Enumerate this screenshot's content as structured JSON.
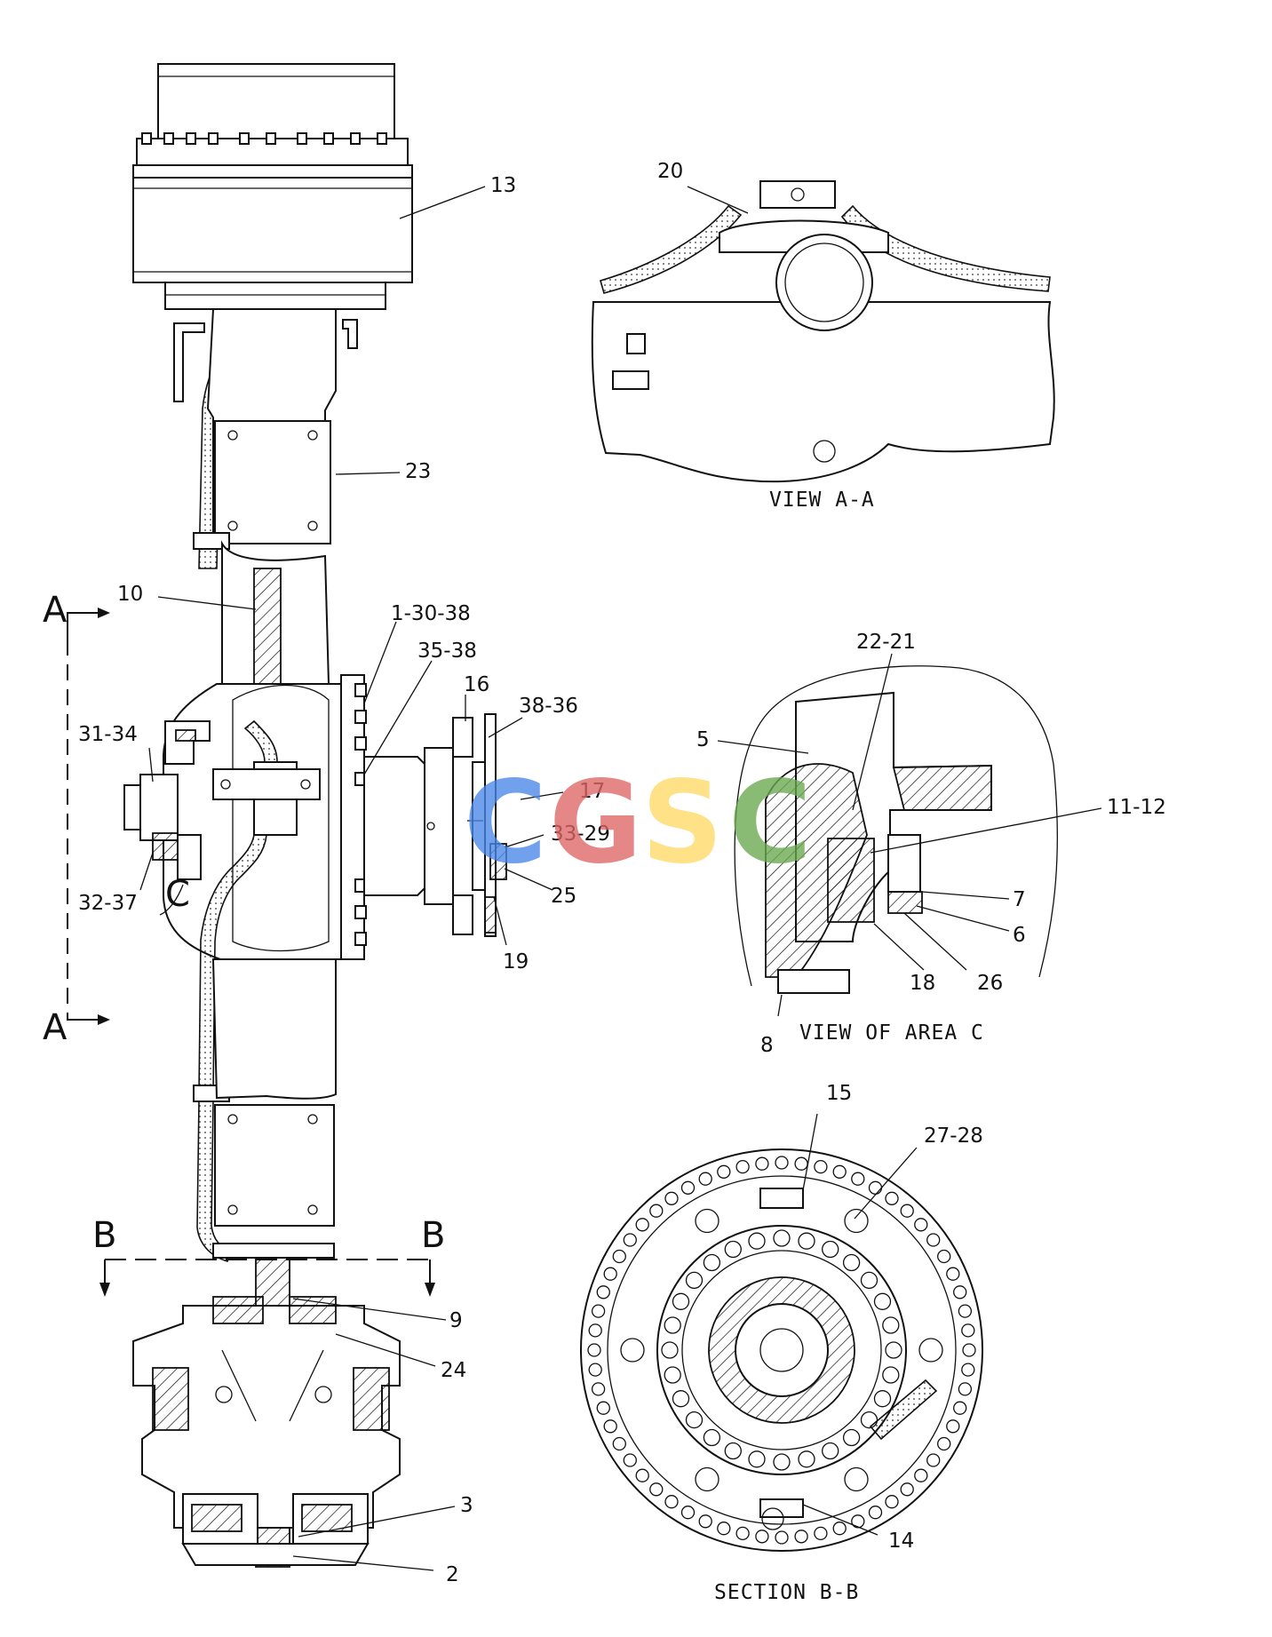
{
  "labels": {
    "item_13": "13",
    "item_23": "23",
    "item_10": "10",
    "item_1_30_38": "1-30-38",
    "item_35_38": "35-38",
    "item_16": "16",
    "item_38_36": "38-36",
    "item_31_34": "31-34",
    "item_17": "17",
    "item_33_29": "33-29",
    "item_25": "25",
    "item_32_37": "32-37",
    "item_19": "19",
    "item_9": "9",
    "item_24": "24",
    "item_3": "3",
    "item_2": "2",
    "item_20": "20",
    "item_22_21": "22-21",
    "item_5": "5",
    "item_11_12": "11-12",
    "item_7": "7",
    "item_6": "6",
    "item_18": "18",
    "item_26": "26",
    "item_8": "8",
    "item_15": "15",
    "item_27_28": "27-28",
    "item_14": "14"
  },
  "section_markers": {
    "a_top": "A",
    "a_bottom": "A",
    "b_left": "B",
    "b_right": "B",
    "area_c": "C"
  },
  "captions": {
    "view_a": "VIEW A-A",
    "view_c": "VIEW OF AREA C",
    "section_b": "SECTION B-B"
  },
  "watermark": {
    "letters": [
      "C",
      "G",
      "S",
      "C"
    ],
    "colors": [
      "#4a86e8",
      "#e06666",
      "#ffd966",
      "#6aa84f"
    ]
  }
}
